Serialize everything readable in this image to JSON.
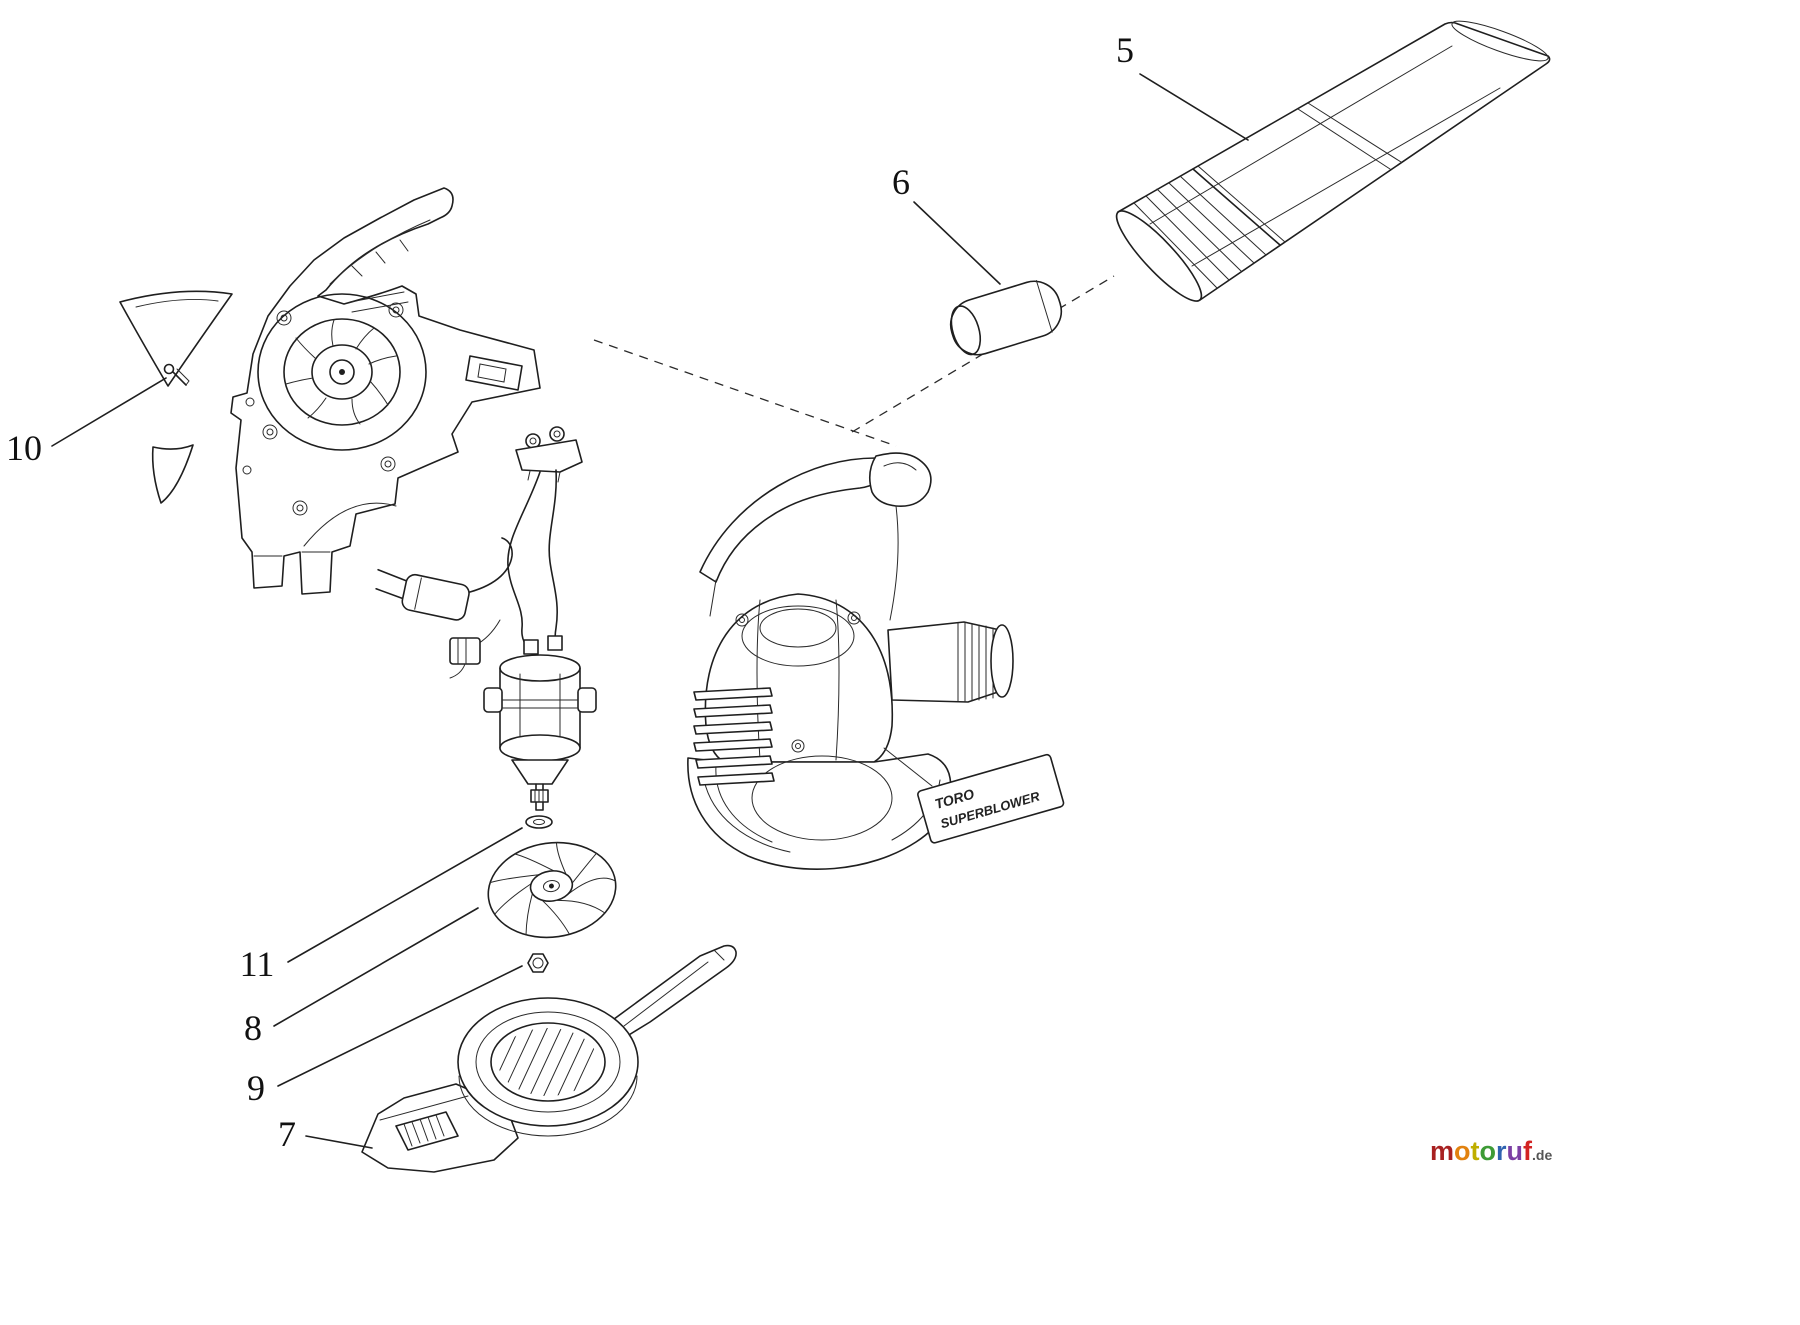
{
  "diagram": {
    "background_color": "#ffffff",
    "line_color": "#1f1f1f",
    "callouts": [
      {
        "num": "5"
      },
      {
        "num": "6"
      },
      {
        "num": "7"
      },
      {
        "num": "8"
      },
      {
        "num": "9"
      },
      {
        "num": "10"
      },
      {
        "num": "11"
      }
    ],
    "decal": {
      "line1": "TORO",
      "line2": "SUPERBLOWER"
    }
  },
  "watermark": {
    "letters": [
      {
        "char": "m",
        "color": "#a82121"
      },
      {
        "char": "o",
        "color": "#e2820f"
      },
      {
        "char": "t",
        "color": "#bfae00"
      },
      {
        "char": "o",
        "color": "#3d9b36"
      },
      {
        "char": "r",
        "color": "#2f63b0"
      },
      {
        "char": "u",
        "color": "#7c3fa4"
      },
      {
        "char": "f",
        "color": "#d22323"
      }
    ],
    "suffix": ".de"
  }
}
